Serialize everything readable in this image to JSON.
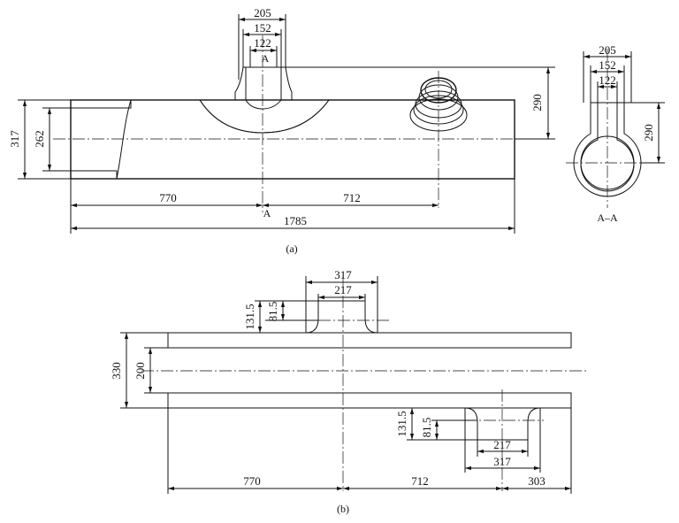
{
  "figure_a": {
    "caption": "(a)",
    "section_mark": "A",
    "section_label": "A–A",
    "dims": {
      "top_205": "205",
      "top_152": "152",
      "top_122": "122",
      "height_290": "290",
      "outer_317": "317",
      "inner_262": "262",
      "len_770": "770",
      "len_712": "712",
      "len_1785": "1785",
      "sec_205": "205",
      "sec_152": "152",
      "sec_122": "122",
      "sec_290": "290"
    }
  },
  "figure_b": {
    "caption": "(b)",
    "dims": {
      "top_317": "317",
      "top_217": "217",
      "top_131_5": "131.5",
      "top_81_5": "81.5",
      "outer_330": "330",
      "inner_200": "200",
      "bot_131_5": "131.5",
      "bot_81_5": "81.5",
      "bot_217": "217",
      "bot_317": "317",
      "len_770": "770",
      "len_712": "712",
      "len_303": "303"
    }
  }
}
